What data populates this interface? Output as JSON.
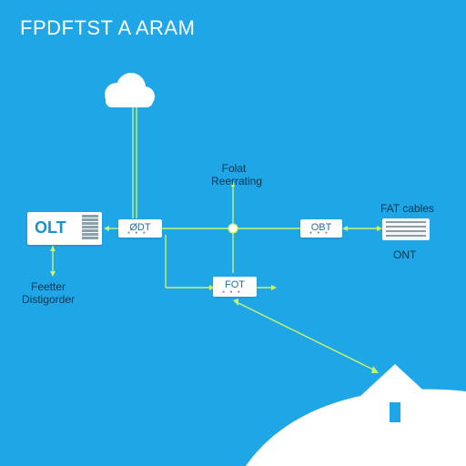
{
  "title": "FPDFTST A ARAM",
  "nodes": {
    "olt": "OLT",
    "odt": "ØDT",
    "center_caption_line1": "Folat",
    "center_caption_line2": "Reerrating",
    "obt": "OBT",
    "fot": "FOT",
    "fat_cables": "FAT cables",
    "ont": "ONT",
    "feeder_line1": "Feetter",
    "feeder_line2": "Distigorder"
  },
  "colors": {
    "background": "#1fa6e6",
    "line": "#c8f56b",
    "node": "#ffffff"
  },
  "icons": [
    "cloud-icon",
    "house-icon",
    "server-rack-icon",
    "ont-device-icon"
  ]
}
